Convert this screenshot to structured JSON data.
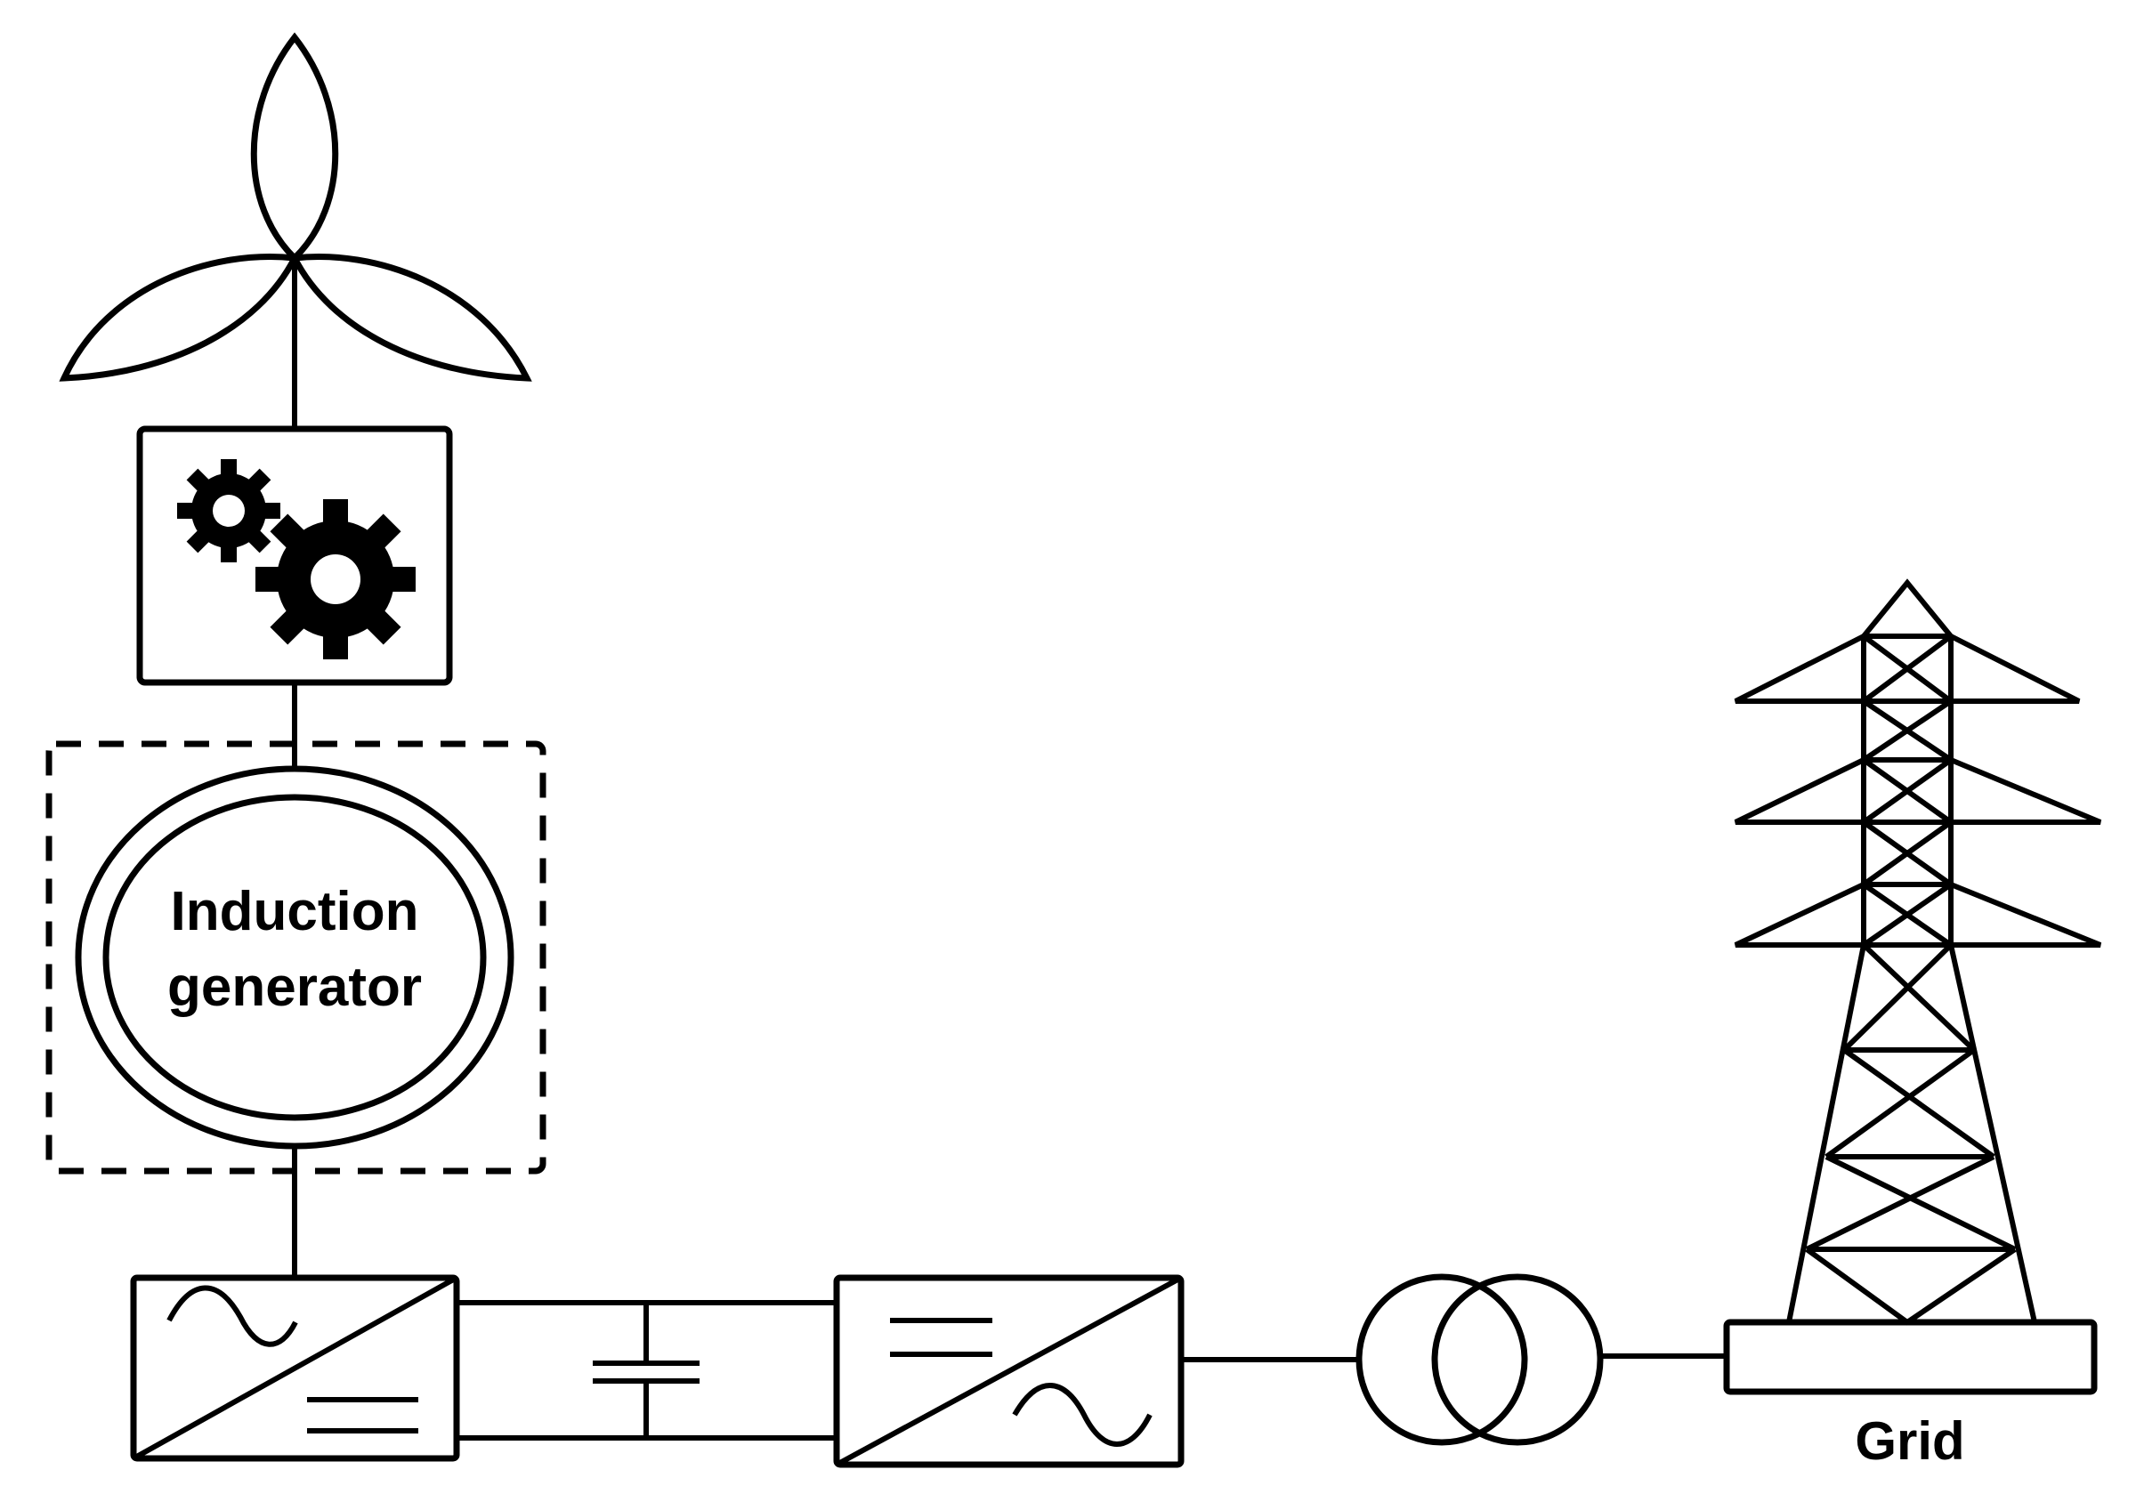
{
  "generator": {
    "label_line1": "Induction",
    "label_line2": "generator"
  },
  "grid": {
    "label": "Grid"
  },
  "icons": {
    "turbine": "wind-turbine-icon",
    "gearbox": "gearbox-gears-icon",
    "rectifier": "ac-dc-converter-icon",
    "capacitor": "capacitor-icon",
    "inverter": "dc-ac-converter-icon",
    "transformer": "transformer-icon",
    "tower": "transmission-tower-icon"
  },
  "colors": {
    "line": "#000000",
    "background": "#ffffff"
  }
}
